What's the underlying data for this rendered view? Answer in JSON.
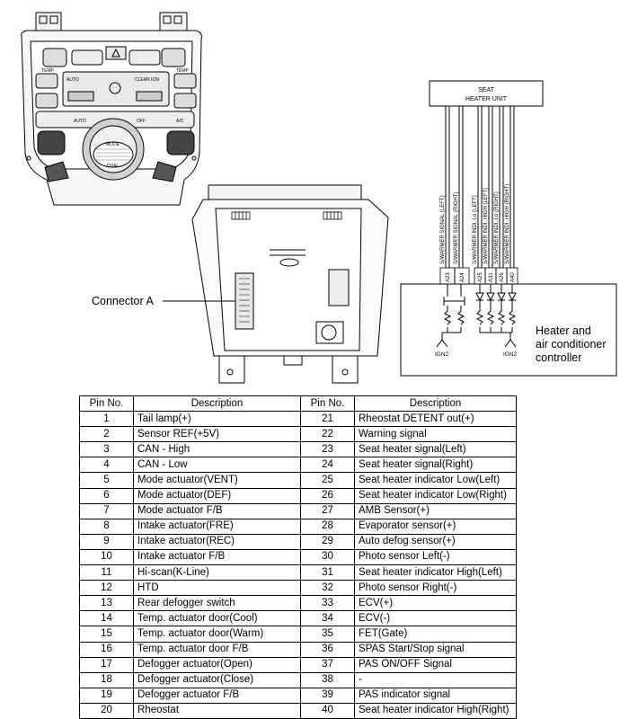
{
  "panel_labels": {
    "temp_left": "TEMP",
    "temp_right": "TEMP",
    "auto_left": "AUTO",
    "clean_ion": "CLEAN ION",
    "auto_button": "AUTO",
    "off_button": "OFF",
    "ac_button": "A/C",
    "mode": "MODE",
    "dual": "DUAL"
  },
  "connector_label": "Connector A",
  "seat_unit": {
    "line1": "SEAT",
    "line2": "HEATER UNIT"
  },
  "wires": [
    {
      "name": "S/WARMER SIGNAL (LEFT)",
      "pin": "A23"
    },
    {
      "name": "S/WARMER SIGNAL (RIGHT)",
      "pin": "A24"
    },
    {
      "name": "S/WARMER INDI. Lo (LEFT)",
      "pin": "A25"
    },
    {
      "name": "S/WARMER INDI. HIGH (LEFT)",
      "pin": "A31"
    },
    {
      "name": "S/WARMER INDI. Lo (RIGHT)",
      "pin": "A26"
    },
    {
      "name": "S/WARMER INDI. HIGH (RIGHT)",
      "pin": "A40"
    }
  ],
  "ign_left": "IGN2",
  "ign_right": "IGN2",
  "controller_label": {
    "line1": "Heater and",
    "line2": "air conditioner",
    "line3": "controller"
  },
  "table": {
    "headers": [
      "Pin No.",
      "Description",
      "Pin No.",
      "Description"
    ],
    "rows": [
      {
        "pin1": "1",
        "desc1": "Tail lamp(+)",
        "pin2": "21",
        "desc2": "Rheostat DETENT out(+)"
      },
      {
        "pin1": "2",
        "desc1": "Sensor REF(+5V)",
        "pin2": "22",
        "desc2": "Warning signal"
      },
      {
        "pin1": "3",
        "desc1": "CAN - High",
        "pin2": "23",
        "desc2": "Seat heater signal(Left)"
      },
      {
        "pin1": "4",
        "desc1": "CAN - Low",
        "pin2": "24",
        "desc2": "Seat heater signal(Right)"
      },
      {
        "pin1": "5",
        "desc1": "Mode actuator(VENT)",
        "pin2": "25",
        "desc2": "Seat heater indicator Low(Left)"
      },
      {
        "pin1": "6",
        "desc1": "Mode actuator(DEF)",
        "pin2": "26",
        "desc2": "Seat heater indicator Low(Right)"
      },
      {
        "pin1": "7",
        "desc1": "Mode actuator F/B",
        "pin2": "27",
        "desc2": "AMB Sensor(+)"
      },
      {
        "pin1": "8",
        "desc1": "Intake actuator(FRE)",
        "pin2": "28",
        "desc2": "Evaporator sensor(+)"
      },
      {
        "pin1": "9",
        "desc1": "Intake actuator(REC)",
        "pin2": "29",
        "desc2": "Auto defog sensor(+)"
      },
      {
        "pin1": "10",
        "desc1": "Intake actuator F/B",
        "pin2": "30",
        "desc2": "Photo sensor Left(-)"
      },
      {
        "pin1": "11",
        "desc1": "Hi-scan(K-Line)",
        "pin2": "31",
        "desc2": "Seat heater indicator High(Left)"
      },
      {
        "pin1": "12",
        "desc1": "HTD",
        "pin2": "32",
        "desc2": "Photo sensor Right(-)"
      },
      {
        "pin1": "13",
        "desc1": "Rear defogger switch",
        "pin2": "33",
        "desc2": "ECV(+)"
      },
      {
        "pin1": "14",
        "desc1": "Temp. actuator door(Cool)",
        "pin2": "34",
        "desc2": "ECV(-)"
      },
      {
        "pin1": "15",
        "desc1": "Temp. actuator door(Warm)",
        "pin2": "35",
        "desc2": "FET(Gate)"
      },
      {
        "pin1": "16",
        "desc1": "Temp. actuator door F/B",
        "pin2": "36",
        "desc2": "SPAS Start/Stop signal"
      },
      {
        "pin1": "17",
        "desc1": "Defogger actuator(Open)",
        "pin2": "37",
        "desc2": "PAS ON/OFF Signal"
      },
      {
        "pin1": "18",
        "desc1": "Defogger actuator(Close)",
        "pin2": "38",
        "desc2": "-"
      },
      {
        "pin1": "19",
        "desc1": "Defogger actuator F/B",
        "pin2": "39",
        "desc2": "PAS indicator signal"
      },
      {
        "pin1": "20",
        "desc1": "Rheostat",
        "pin2": "40",
        "desc2": "Seat heater indicator High(Right)"
      }
    ]
  }
}
